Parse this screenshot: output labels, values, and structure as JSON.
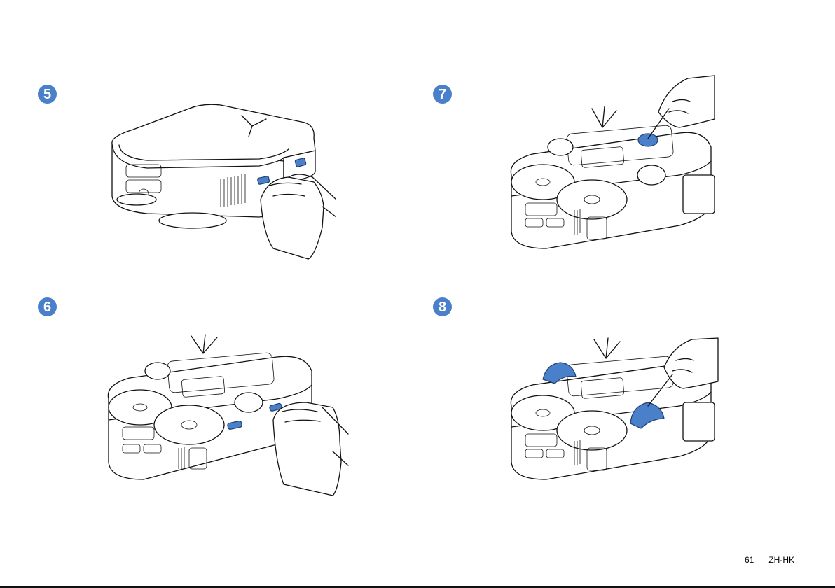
{
  "steps": [
    {
      "number": "5",
      "scene": "wipe-side-sensor"
    },
    {
      "number": "6",
      "scene": "wipe-bottom-sensors"
    },
    {
      "number": "7",
      "scene": "clean-caster-wheel"
    },
    {
      "number": "8",
      "scene": "clean-drive-wheels"
    }
  ],
  "footer": {
    "page_number": "61",
    "language": "ZH-HK"
  },
  "colors": {
    "accent": "#4a7fc9",
    "line": "#111111"
  }
}
